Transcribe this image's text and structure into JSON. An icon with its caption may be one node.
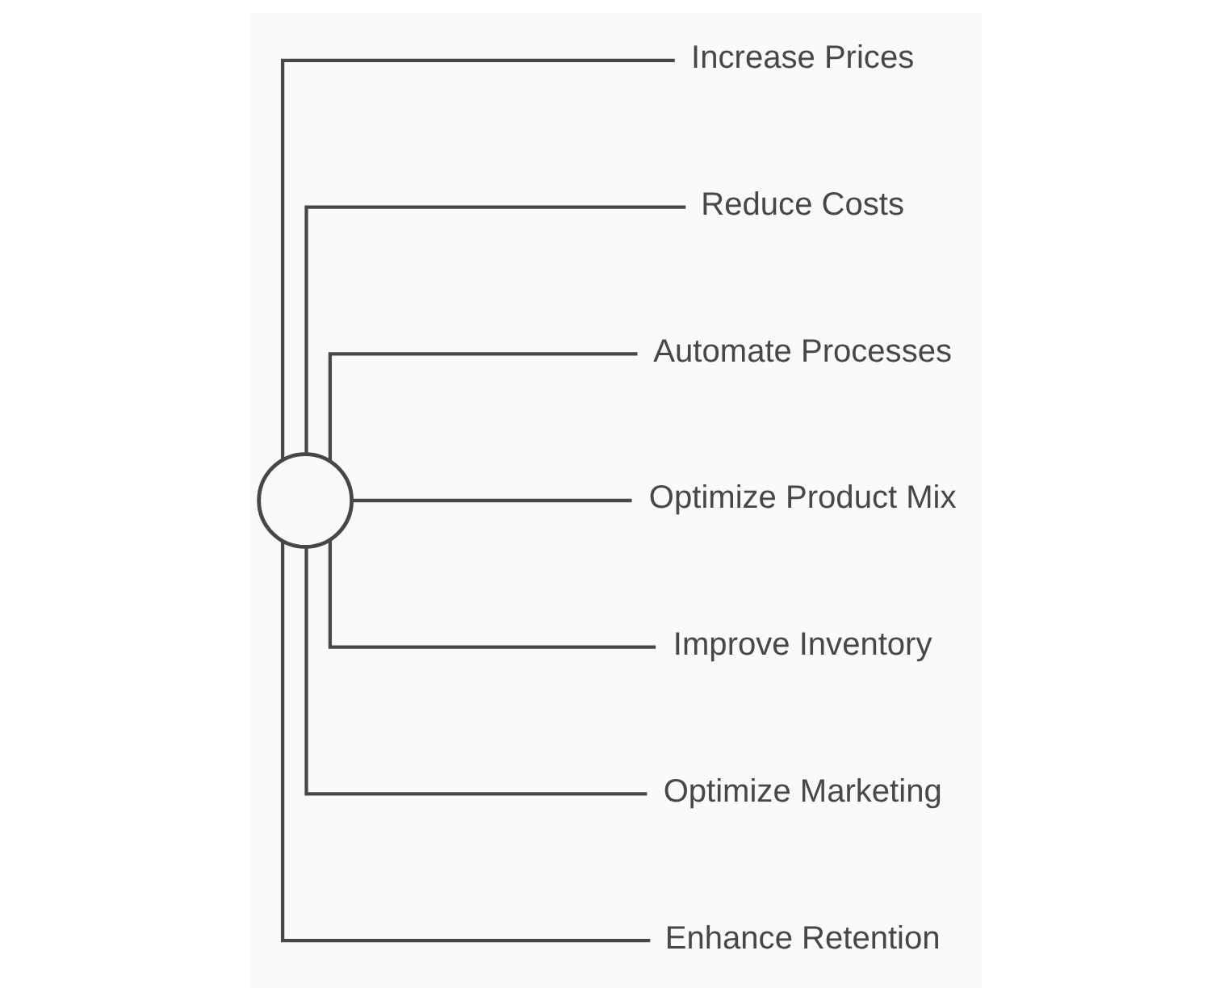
{
  "diagram": {
    "nodes": [
      {
        "text": [],
        "shape": "circle"
      },
      {
        "text": [
          "Increase Prices"
        ]
      },
      {
        "text": [
          "Reduce Costs"
        ]
      },
      {
        "text": [
          "Automate Processes"
        ]
      },
      {
        "text": [
          "Optimize Product Mix"
        ]
      },
      {
        "text": [
          "Improve Inventory"
        ]
      },
      {
        "text": [
          "Optimize Marketing"
        ]
      },
      {
        "text": [
          "Enhance Retention"
        ]
      }
    ],
    "edges": [
      {
        "from": 0,
        "to": 1,
        "arrow": "none"
      },
      {
        "from": 0,
        "to": 2,
        "arrow": "none"
      },
      {
        "from": 0,
        "to": 3,
        "arrow": "none"
      },
      {
        "from": 0,
        "to": 4,
        "arrow": "none"
      },
      {
        "from": 0,
        "to": 5,
        "arrow": "none"
      },
      {
        "from": 0,
        "to": 6,
        "arrow": "none"
      },
      {
        "from": 0,
        "to": 7,
        "arrow": "none"
      }
    ]
  }
}
